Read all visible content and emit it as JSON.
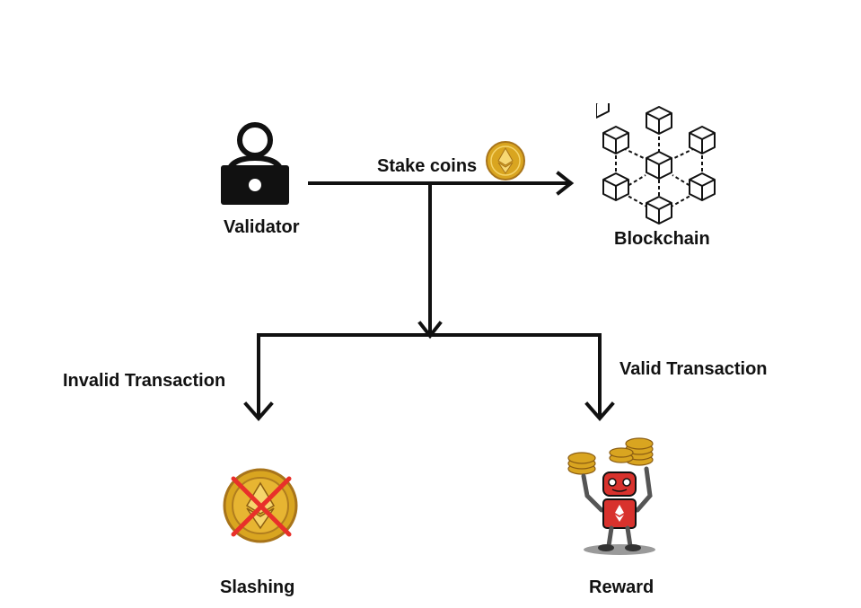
{
  "nodes": {
    "validator": {
      "label": "Validator",
      "icon": "validator-laptop-icon"
    },
    "blockchain": {
      "label": "Blockchain",
      "icon": "blockchain-cubes-icon"
    },
    "slashing": {
      "label": "Slashing",
      "icon": "crossed-eth-coin-icon"
    },
    "reward": {
      "label": "Reward",
      "icon": "robot-holding-coins-icon"
    }
  },
  "edges": {
    "stake": {
      "label": "Stake coins",
      "icon": "eth-coin-icon"
    },
    "invalid": {
      "label": "Invalid Transaction"
    },
    "valid": {
      "label": "Valid Transaction"
    }
  },
  "colors": {
    "line": "#111111",
    "coin_gold": "#d9a520",
    "coin_dark": "#a8741a",
    "cross": "#e8302a",
    "robot_red": "#d8322d"
  }
}
